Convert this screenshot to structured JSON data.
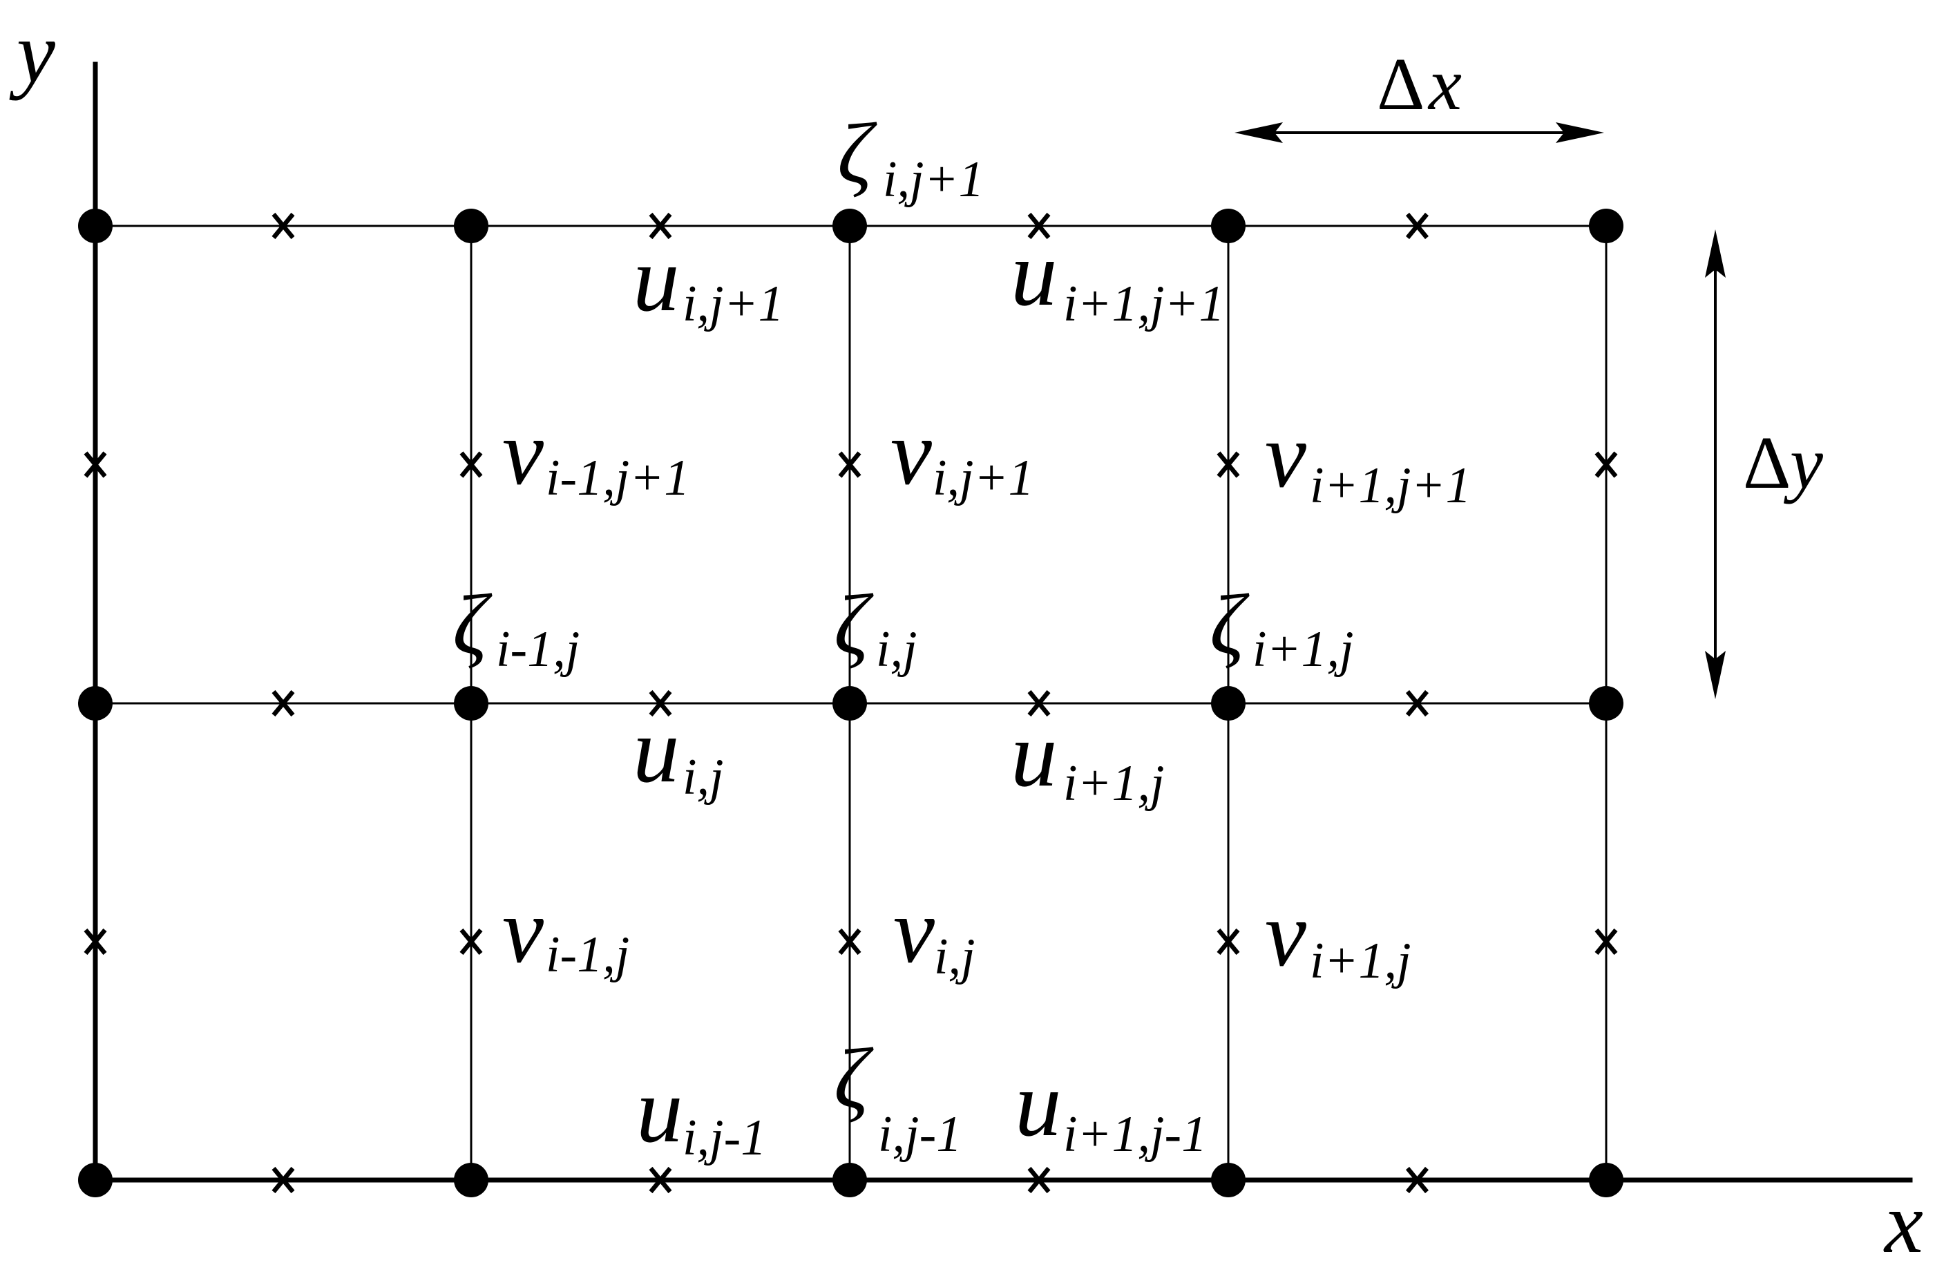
{
  "axes": {
    "x_label": "x",
    "y_label": "y"
  },
  "spacing": {
    "dx": {
      "delta": "Δ",
      "var": "x"
    },
    "dy": {
      "delta": "Δ",
      "var": "y"
    }
  },
  "labels": [
    {
      "symbol": "ζ",
      "sub": "i,j+1"
    },
    {
      "symbol": "u",
      "sub": "i,j+1"
    },
    {
      "symbol": "u",
      "sub": "i+1,j+1"
    },
    {
      "symbol": "v",
      "sub": "i-1,j+1"
    },
    {
      "symbol": "v",
      "sub": "i,j+1"
    },
    {
      "symbol": "v",
      "sub": "i+1,j+1"
    },
    {
      "symbol": "ζ",
      "sub": "i-1,j"
    },
    {
      "symbol": "ζ",
      "sub": "i,j"
    },
    {
      "symbol": "ζ",
      "sub": "i+1,j"
    },
    {
      "symbol": "u",
      "sub": "i,j"
    },
    {
      "symbol": "u",
      "sub": "i+1,j"
    },
    {
      "symbol": "v",
      "sub": "i-1,j"
    },
    {
      "symbol": "v",
      "sub": "i,j"
    },
    {
      "symbol": "v",
      "sub": "i+1,j"
    },
    {
      "symbol": "ζ",
      "sub": "i,j-1"
    },
    {
      "symbol": "u",
      "sub": "i,j-1"
    },
    {
      "symbol": "u",
      "sub": "i+1,j-1"
    }
  ],
  "colors": {
    "ink": "#000000",
    "background": "#ffffff"
  }
}
